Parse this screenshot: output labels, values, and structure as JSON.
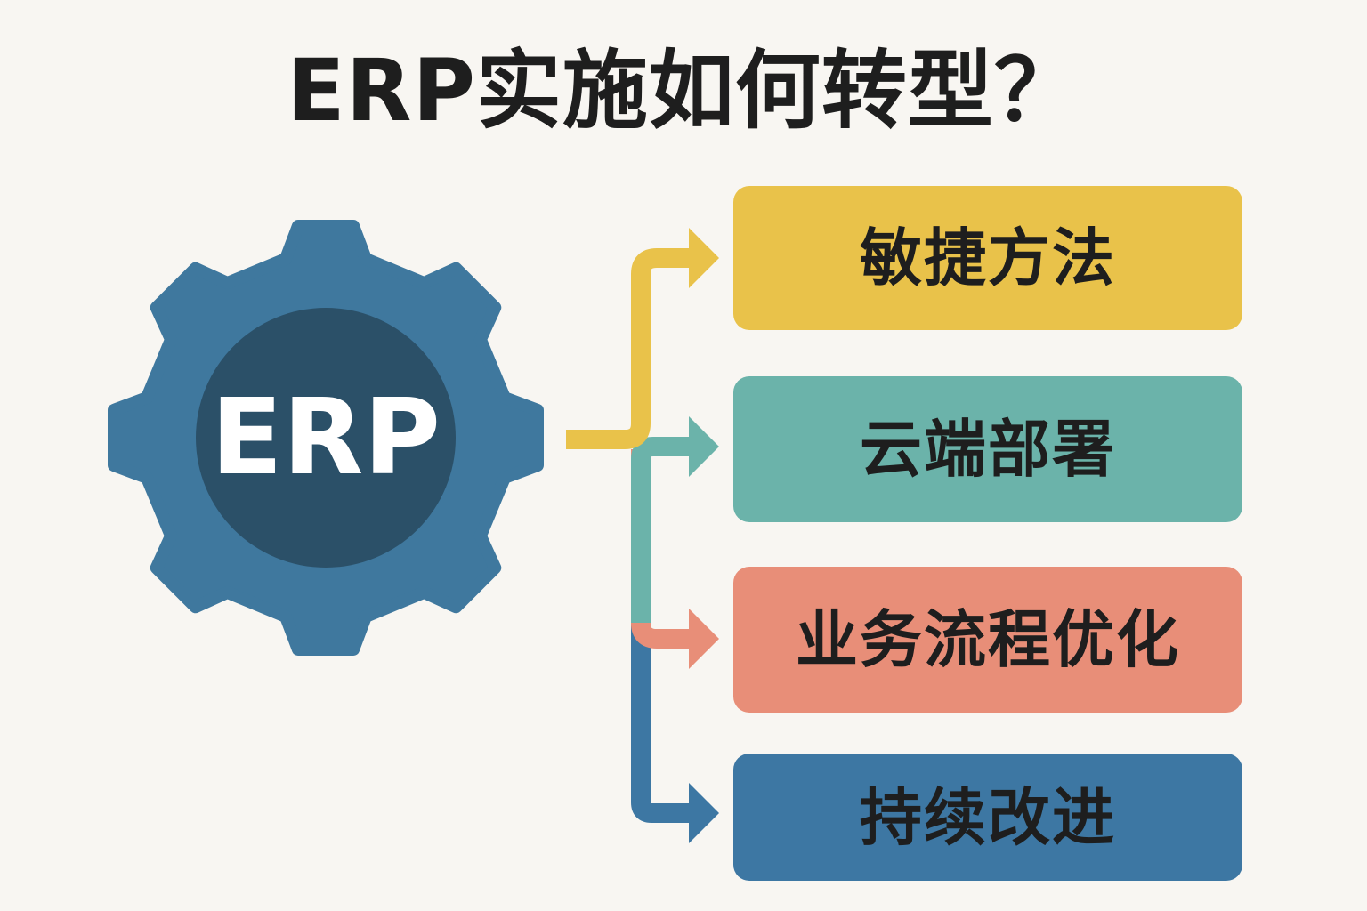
{
  "title": "ERP实施如何转型？",
  "center": {
    "label": "ERP",
    "icon": "gear-icon",
    "gear_color": "#3f789e",
    "hub_color": "#2b5068"
  },
  "items": [
    {
      "label": "敏捷方法",
      "color": "#e9c24a"
    },
    {
      "label": "云端部署",
      "color": "#6bb3aa"
    },
    {
      "label": "业务流程优化",
      "color": "#e88e78"
    },
    {
      "label": "持续改进",
      "color": "#3d77a3"
    }
  ]
}
